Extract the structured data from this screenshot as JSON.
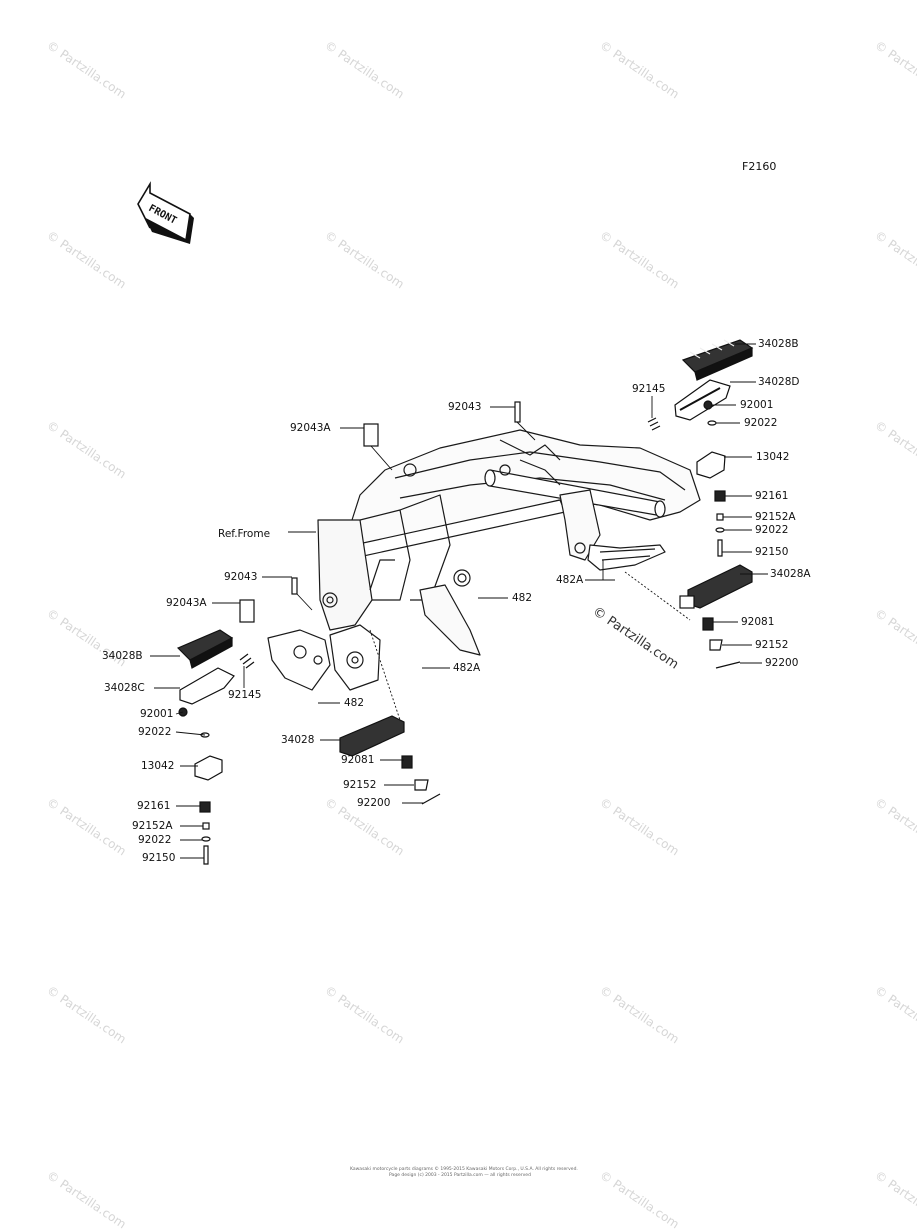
{
  "diagram_code": "F2160",
  "front_arrow_text": "FRONT",
  "watermark_text": "© Partzilla.com",
  "center_mark_text": "© Partzilla.com",
  "frame_note": "Ref.Frome",
  "part_labels": {
    "p34028B_r": "34028B",
    "p34028D": "34028D",
    "p92145_r": "92145",
    "p92001_r": "92001",
    "p92043_top": "92043",
    "p92022_r": "92022",
    "p92043A_top": "92043A",
    "p13042_r": "13042",
    "p92161_r": "92161",
    "p92152A_r": "92152A",
    "p92022_r2": "92022",
    "p92150_r": "92150",
    "p34028A": "34028A",
    "p482A_r": "482A",
    "p92043_l": "92043",
    "p482_mid": "482",
    "p92043A_l": "92043A",
    "p92081_r": "92081",
    "p92152_r": "92152",
    "p92200_r": "92200",
    "p482A_mid": "482A",
    "p34028B_l": "34028B",
    "p34028C": "34028C",
    "p92145_l": "92145",
    "p482_low": "482",
    "p92001_l": "92001",
    "p92022_l": "92022",
    "p34028": "34028",
    "p13042_l": "13042",
    "p92081_c": "92081",
    "p92152_c": "92152",
    "p92200_c": "92200",
    "p92161_l": "92161",
    "p92152A_l": "92152A",
    "p92022_l2": "92022",
    "p92150_l": "92150"
  },
  "copyright": {
    "line1": "Kawasaki motorcycle parts diagrams © 1995-2015 Kawasaki Motors Corp., U.S.A. All rights reserved.",
    "line2": "Page design (c) 2003 - 2015 Partzilla.com — all rights reserved"
  }
}
